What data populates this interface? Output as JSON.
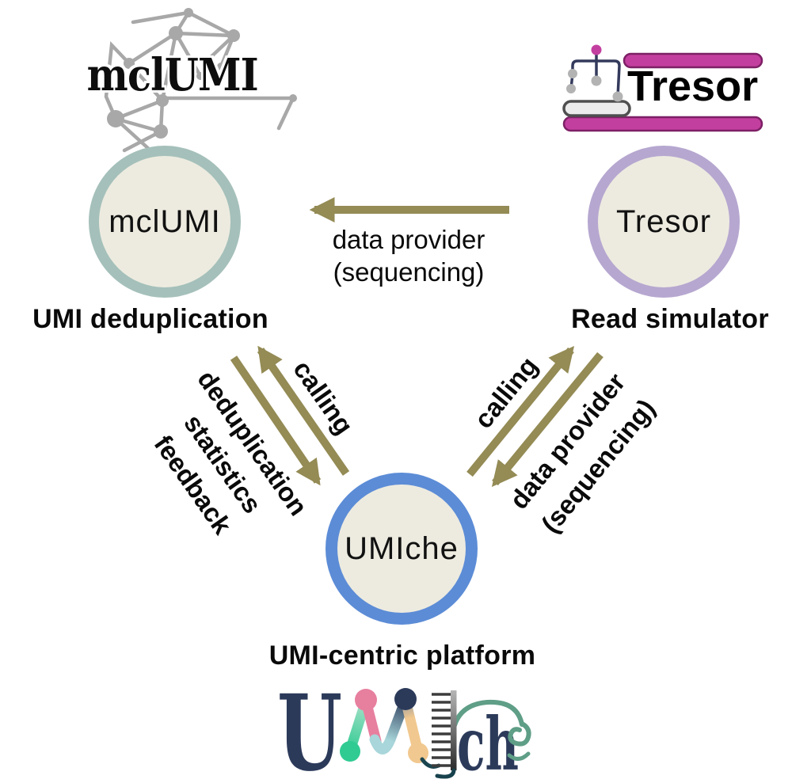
{
  "colors": {
    "arrow_olive": "#948b55",
    "node_fill": "#edebe0",
    "mclumi_ring": "#a5c0ba",
    "tresor_ring": "#b6a7d0",
    "umiche_ring": "#5c8cd6",
    "tresor_magenta": "#c33f9f",
    "tresor_magenta_dark": "#7d2066",
    "network_gray": "#a8a8a8",
    "umiche_navy": "#2c3a5a",
    "umiche_green": "#2fcb92",
    "umiche_pink": "#e77f9f",
    "umiche_lightblue": "#a8d6da",
    "umiche_tan": "#f1c88f",
    "chameleon_green": "#5f9e87"
  },
  "logos": {
    "mclumi": {
      "text": "mclUMI"
    },
    "tresor": {
      "text": "Tresor"
    },
    "umiche": {
      "letter_u": "U",
      "letters_che": "ch"
    }
  },
  "nodes": {
    "mclumi": {
      "label": "mclUMI",
      "caption": "UMI deduplication"
    },
    "tresor": {
      "label": "Tresor",
      "caption": "Read simulator"
    },
    "umiche": {
      "label": "UMIche",
      "caption": "UMI-centric platform"
    }
  },
  "edges": {
    "tresor_to_mclumi": {
      "lines": [
        "data provider",
        "(sequencing)"
      ]
    },
    "umiche_to_mclumi": {
      "label": "calling"
    },
    "mclumi_to_umiche": {
      "lines": [
        "deduplication",
        "statistics",
        "feedback"
      ]
    },
    "umiche_to_tresor": {
      "label": "calling"
    },
    "tresor_to_umiche": {
      "lines": [
        "data provider",
        "(sequencing)"
      ]
    }
  }
}
